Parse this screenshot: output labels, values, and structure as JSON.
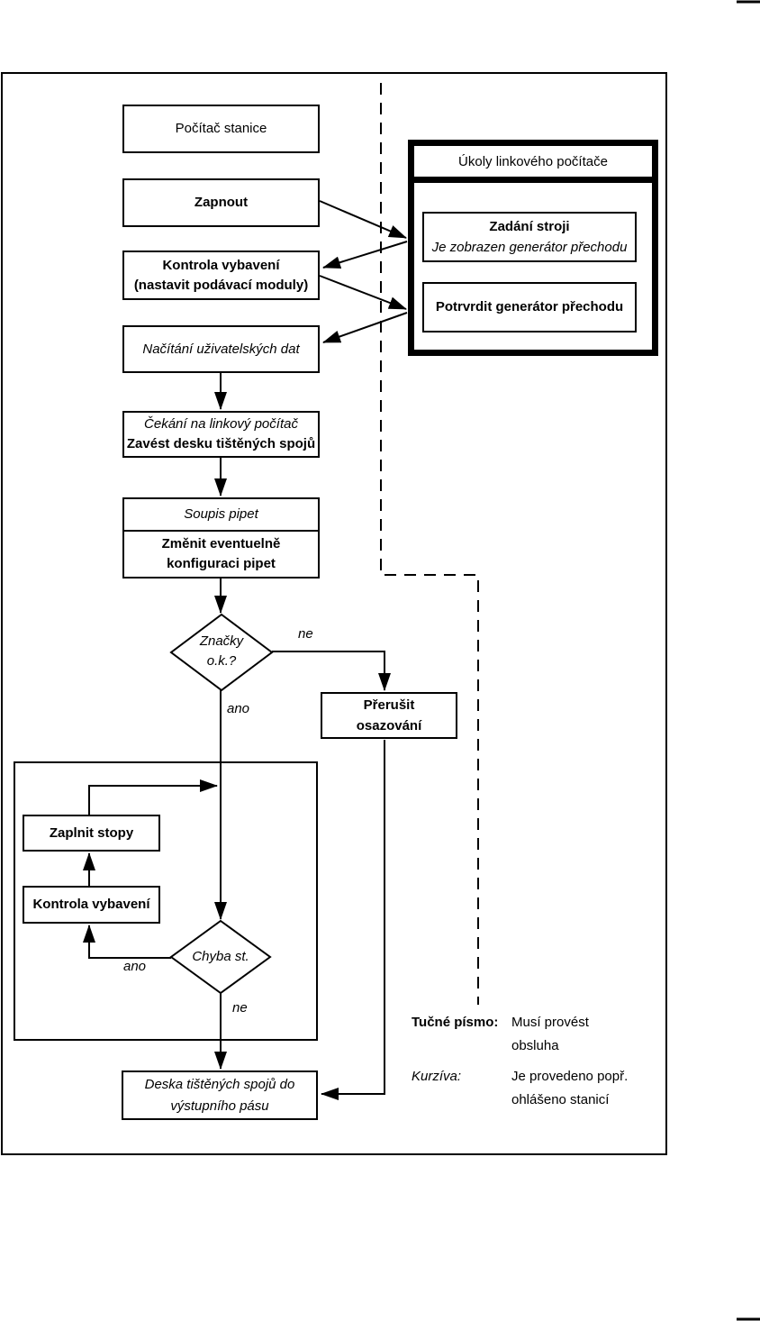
{
  "diagram": {
    "boxes": {
      "pocitac_stanice": {
        "label": "Počítač stanice"
      },
      "zapnout": {
        "label": "Zapnout"
      },
      "kontrola_vybaveni": {
        "line1": "Kontrola vybavení",
        "line2": "(nastavit podávací moduly)"
      },
      "nacitani_dat": {
        "label": "Načítání uživatelských dat"
      },
      "cekani": {
        "line1": "Čekání na linkový počítač",
        "line2": "Zavést desku tištěných spojů"
      },
      "soupis_pipet": {
        "label": "Soupis pipet"
      },
      "zmenit_konfiguraci": {
        "line1": "Změnit eventuelně",
        "line2": "konfiguraci pipet"
      },
      "prerusit": {
        "line1": "Přerušit",
        "line2": "osazování"
      },
      "zaplnit_stopy": {
        "label": "Zaplnit stopy"
      },
      "kontrola_vybaveni_2": {
        "label": "Kontrola vybavení"
      },
      "deska": {
        "line1": "Deska tištěných spojů do",
        "line2": "výstupního pásu"
      }
    },
    "decisions": {
      "znacky": {
        "line1": "Značky",
        "line2": "o.k.?"
      },
      "chyba": {
        "label": "Chyba st."
      }
    },
    "edge_labels": {
      "znacky_ne": "ne",
      "znacky_ano": "ano",
      "chyba_ano": "ano",
      "chyba_ne": "ne"
    },
    "panel": {
      "title": "Úkoly linkového počítače",
      "zadani": {
        "line1": "Zadání stroji",
        "line2": "Je zobrazen generátor přechodu"
      },
      "potvrdit": {
        "label": "Potrvrdit generátor přechodu"
      }
    },
    "legend": {
      "bold_term": "Tučné písmo:",
      "bold_desc": [
        "Musí provést",
        "obsluha"
      ],
      "italic_term": "Kurzíva:",
      "italic_desc": [
        "Je provedeno popř.",
        "ohlášeno stanicí"
      ]
    },
    "colors": {
      "stroke": "#000000",
      "background": "#ffffff"
    }
  }
}
